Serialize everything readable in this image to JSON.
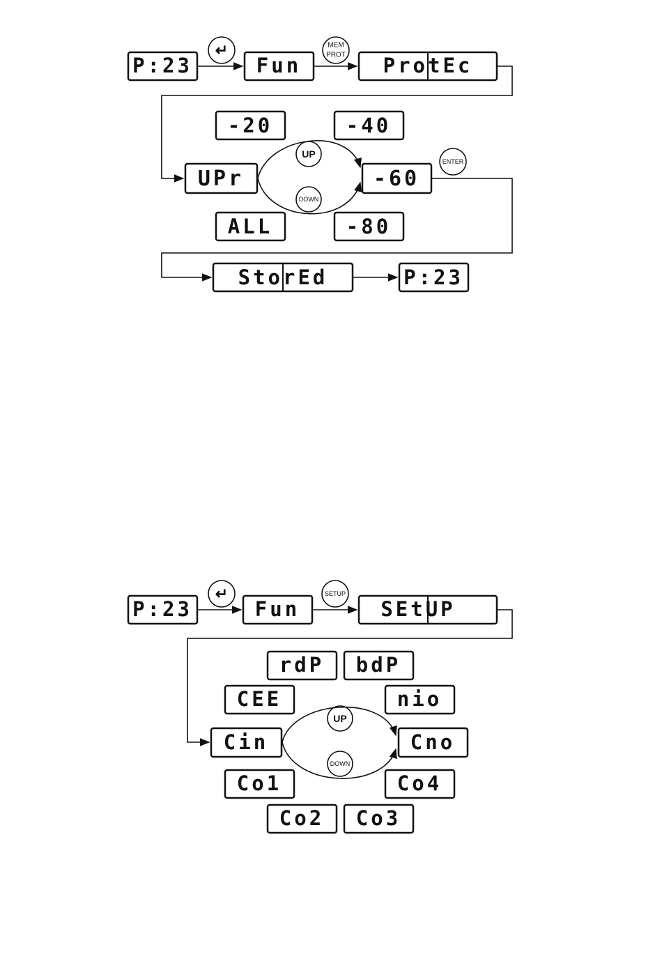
{
  "diagram1": {
    "displays": {
      "p23": "P:23",
      "fun": "Fun",
      "protec": "ProtEc",
      "upr": "UPr",
      "m20": "-20",
      "m40": "-40",
      "m60": "-60",
      "m80": "-80",
      "all": "ALL",
      "stored": "StorEd",
      "p23_end": "P:23"
    },
    "buttons": {
      "enter_key": "↵",
      "mem_prot_line1": "MEM",
      "mem_prot_line2": "PROT",
      "up": "UP",
      "down": "DOWN",
      "enter": "ENTER"
    }
  },
  "diagram2": {
    "displays": {
      "p23": "P:23",
      "fun": "Fun",
      "setup": "SEtUP",
      "rdp": "rdP",
      "bdp": "bdP",
      "cee": "CEE",
      "nio": "nio",
      "cin": "Cin",
      "cno": "Cno",
      "co1": "Co1",
      "co4": "Co4",
      "co2": "Co2",
      "co3": "Co3"
    },
    "buttons": {
      "enter_key": "↵",
      "setup": "SETUP",
      "up": "UP",
      "down": "DOWN"
    }
  }
}
